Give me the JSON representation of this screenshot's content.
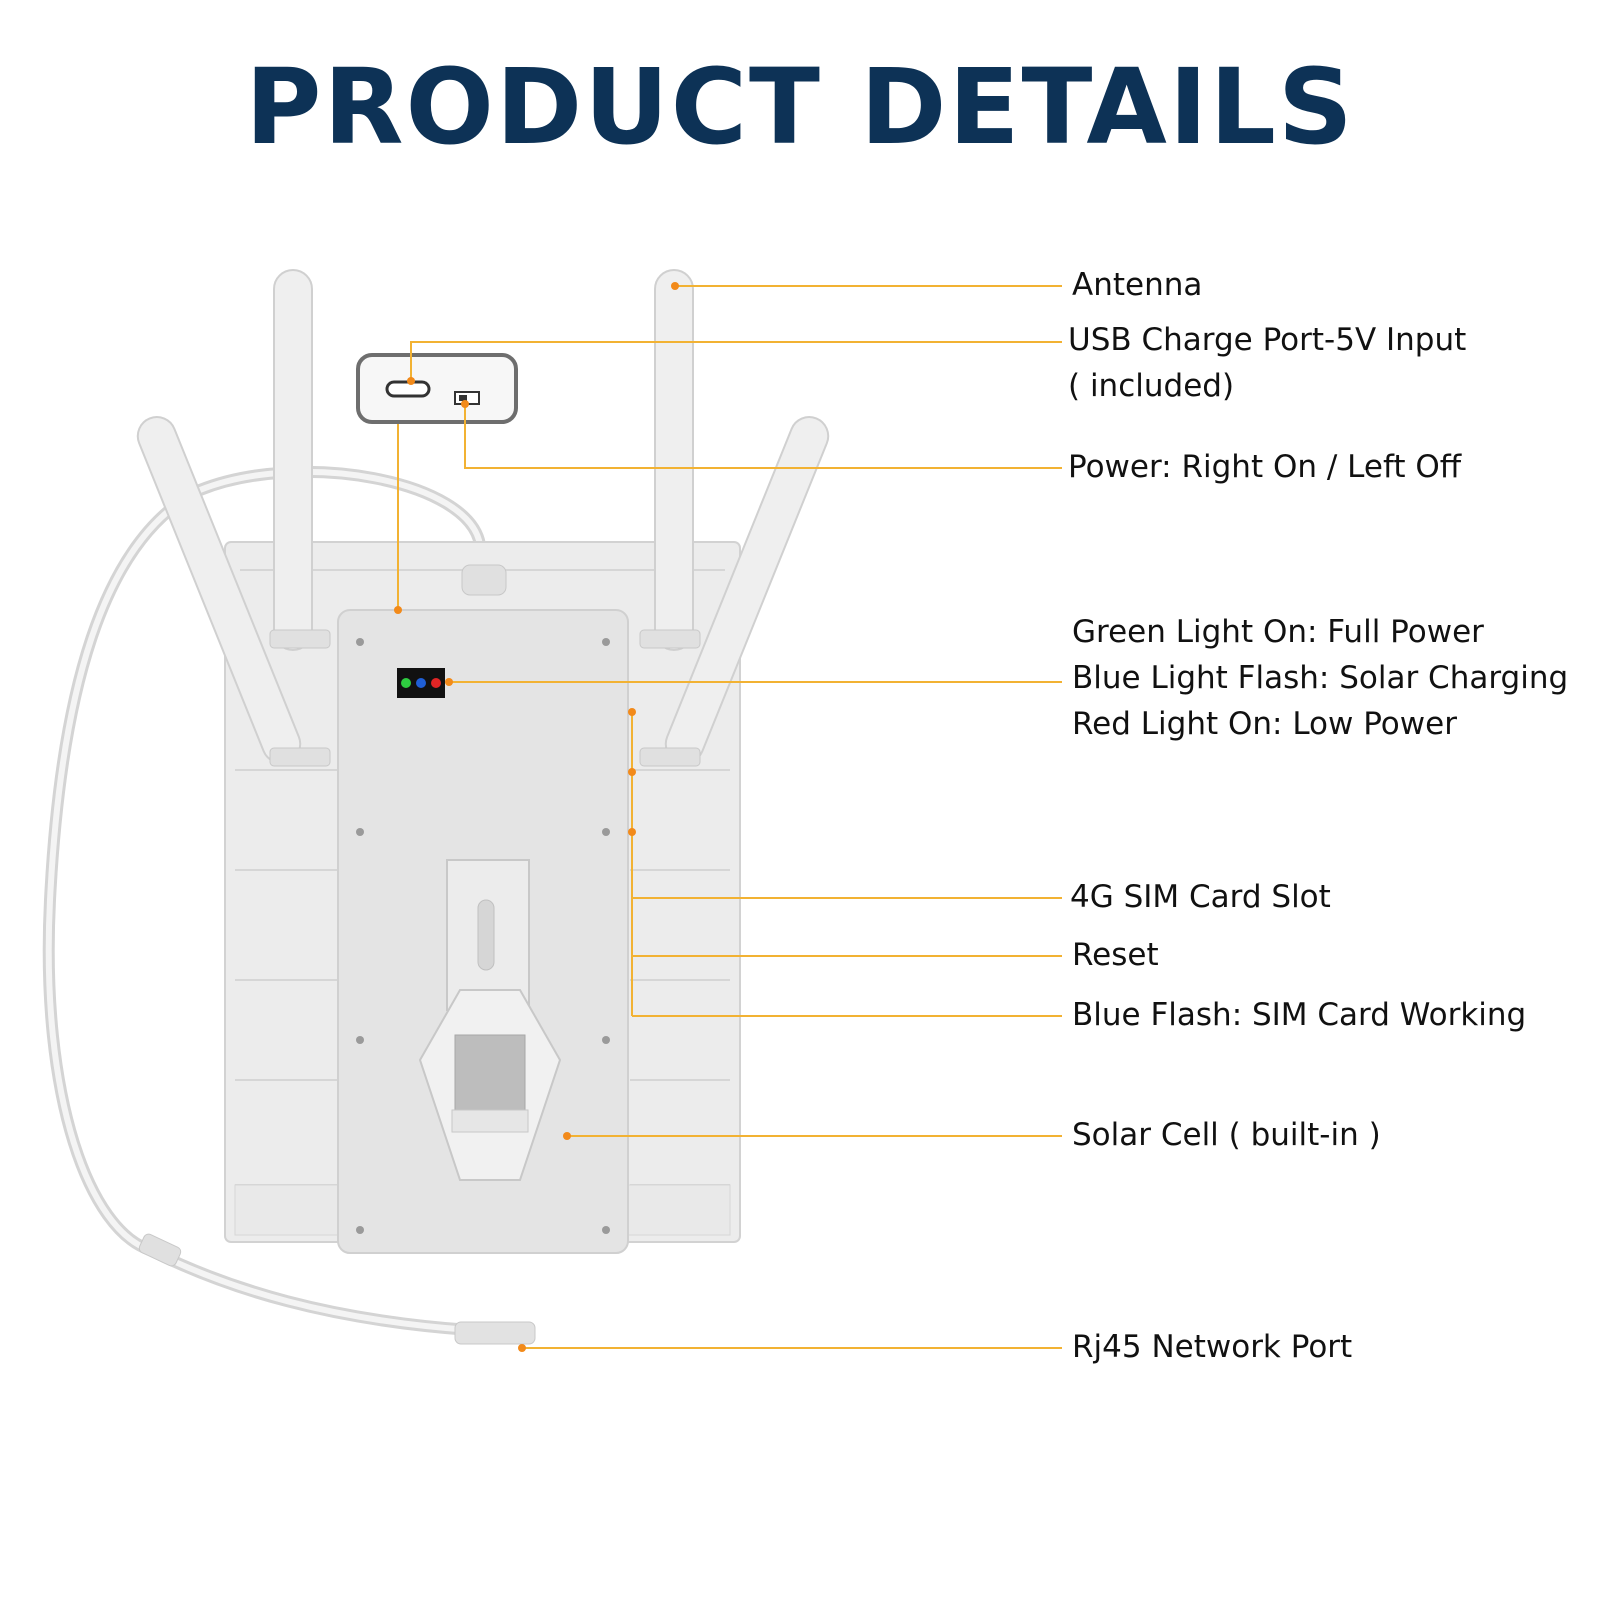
{
  "title": "PRODUCT DETAILS",
  "colors": {
    "title": "#0d3256",
    "leader_line": "#f2b233",
    "leader_dot": "#f28a1a",
    "device_body": "#e6e6e6"
  },
  "callouts": {
    "antenna": "Antenna",
    "usb_line1": "USB Charge Port-5V Input",
    "usb_line2": "( included)",
    "power": "Power: Right On / Left Off",
    "green_light": "Green Light On: Full Power",
    "blue_light": "Blue Light Flash: Solar Charging",
    "red_light": "Red Light On: Low Power",
    "sim_slot": "4G SIM Card Slot",
    "reset": "Reset",
    "blue_flash": "Blue Flash: SIM Card Working",
    "solar_cell": "Solar Cell ( built-in )",
    "rj45": "Rj45 Network Port"
  }
}
